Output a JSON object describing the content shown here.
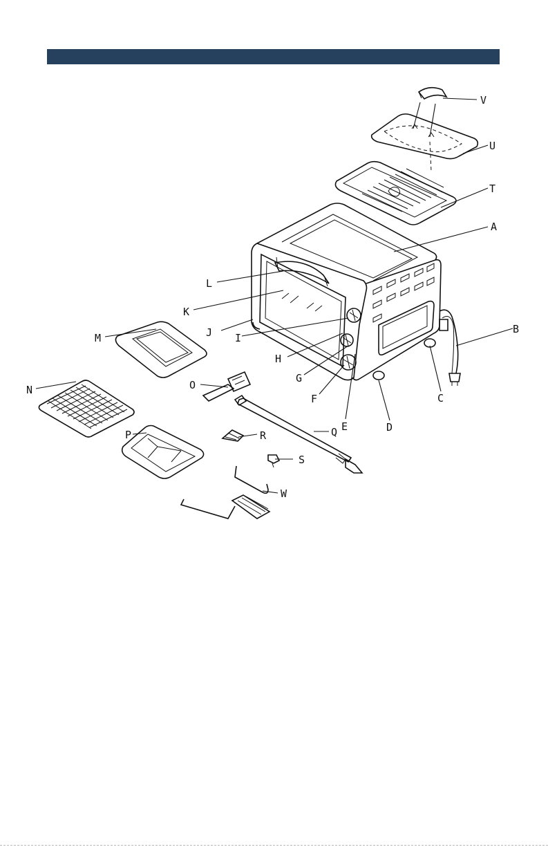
{
  "header": {
    "title": ""
  },
  "colors": {
    "header_bar": "#26415d",
    "line": "#111111"
  },
  "callouts": {
    "A": "A",
    "B": "B",
    "C": "C",
    "D": "D",
    "E": "E",
    "F": "F",
    "G": "G",
    "H": "H",
    "I": "I",
    "J": "J",
    "K": "K",
    "L": "L",
    "M": "M",
    "N": "N",
    "O": "O",
    "P": "P",
    "Q": "Q",
    "R": "R",
    "S": "S",
    "T": "T",
    "U": "U",
    "V": "V",
    "W": "W"
  }
}
